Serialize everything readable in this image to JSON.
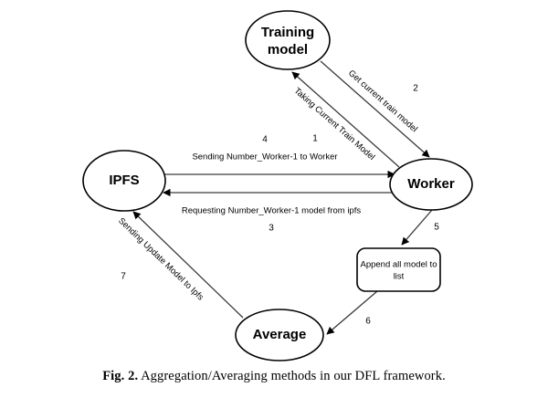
{
  "figure": {
    "caption_label": "Fig. 2.",
    "caption_text": "Aggregation/Averaging methods in our DFL framework."
  },
  "nodes": [
    {
      "id": "training-model",
      "label_line1": "Training",
      "label_line2": "model",
      "shape": "ellipse"
    },
    {
      "id": "ipfs",
      "label_line1": "IPFS",
      "label_line2": "",
      "shape": "ellipse"
    },
    {
      "id": "worker",
      "label_line1": "Worker",
      "label_line2": "",
      "shape": "ellipse"
    },
    {
      "id": "average",
      "label_line1": "Average",
      "label_line2": "",
      "shape": "ellipse"
    },
    {
      "id": "append-list",
      "label_line1": "Append all model to",
      "label_line2": "list",
      "shape": "rounded-rect"
    }
  ],
  "edges": [
    {
      "id": "worker-to-training",
      "number": "1",
      "label": "Taking Current Train Model",
      "from": "worker",
      "to": "training-model"
    },
    {
      "id": "training-to-worker",
      "number": "2",
      "label": "Get current train model",
      "from": "training-model",
      "to": "worker"
    },
    {
      "id": "worker-to-ipfs",
      "number": "3",
      "label": "Requesting Number_Worker-1 model from ipfs",
      "from": "worker",
      "to": "ipfs"
    },
    {
      "id": "ipfs-to-worker",
      "number": "4",
      "label": "Sending Number_Worker-1 to Worker",
      "from": "ipfs",
      "to": "worker"
    },
    {
      "id": "worker-to-append",
      "number": "5",
      "label": "",
      "from": "worker",
      "to": "append-list"
    },
    {
      "id": "append-to-average",
      "number": "6",
      "label": "",
      "from": "append-list",
      "to": "average"
    },
    {
      "id": "average-to-ipfs",
      "number": "7",
      "label": "Sending Update Model to Ipfs",
      "from": "average",
      "to": "ipfs"
    }
  ],
  "colors": {
    "background": "#ffffff",
    "stroke": "#000000",
    "edge_stroke": "#3a3a3a",
    "text": "#000000"
  }
}
